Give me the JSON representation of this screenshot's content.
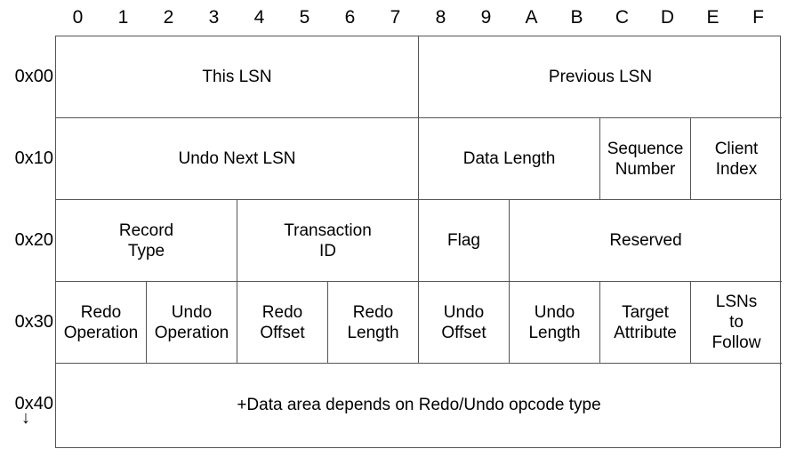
{
  "header": {
    "columns": [
      "0",
      "1",
      "2",
      "3",
      "4",
      "5",
      "6",
      "7",
      "8",
      "9",
      "A",
      "B",
      "C",
      "D",
      "E",
      "F"
    ]
  },
  "offsets": [
    "0x00",
    "0x10",
    "0x20",
    "0x30",
    "0x40"
  ],
  "continuation_arrow": "↓",
  "rows": [
    [
      {
        "label": "This  LSN",
        "span": 8
      },
      {
        "label": "Previous  LSN",
        "span": 8
      }
    ],
    [
      {
        "label": "Undo  Next  LSN",
        "span": 8
      },
      {
        "label": "Data  Length",
        "span": 4
      },
      {
        "label": "Sequence\nNumber",
        "span": 2
      },
      {
        "label": "Client\nIndex",
        "span": 2
      }
    ],
    [
      {
        "label": "Record\nType",
        "span": 4
      },
      {
        "label": "Transaction\nID",
        "span": 4
      },
      {
        "label": "Flag",
        "span": 2
      },
      {
        "label": "Reserved",
        "span": 6
      }
    ],
    [
      {
        "label": "Redo\nOperation",
        "span": 2
      },
      {
        "label": "Undo\nOperation",
        "span": 2
      },
      {
        "label": "Redo\nOffset",
        "span": 2
      },
      {
        "label": "Redo\nLength",
        "span": 2
      },
      {
        "label": "Undo\nOffset",
        "span": 2
      },
      {
        "label": "Undo\nLength",
        "span": 2
      },
      {
        "label": "Target\nAttribute",
        "span": 2
      },
      {
        "label": "LSNs\nto\nFollow",
        "span": 2
      }
    ],
    [
      {
        "label": "+Data  area  depends  on  Redo/Undo  opcode  type",
        "span": 16
      }
    ]
  ]
}
